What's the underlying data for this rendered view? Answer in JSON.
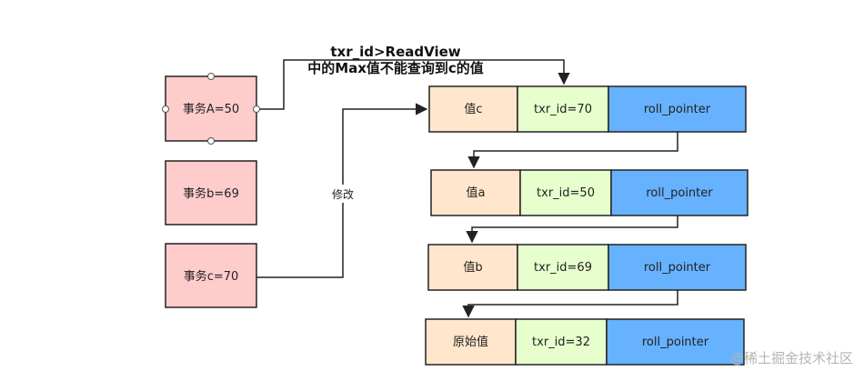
{
  "annotation": {
    "line1": "txr_id>ReadView",
    "line2": "中的Max值不能查询到c的值"
  },
  "edge_label": "修改",
  "transactions": [
    {
      "label": "事务A=50"
    },
    {
      "label": "事务b=69"
    },
    {
      "label": "事务c=70"
    }
  ],
  "versions": [
    {
      "value": "值c",
      "txr_id": "txr_id=70",
      "pointer": "roll_pointer"
    },
    {
      "value": "值a",
      "txr_id": "txr_id=50",
      "pointer": "roll_pointer"
    },
    {
      "value": "值b",
      "txr_id": "txr_id=69",
      "pointer": "roll_pointer"
    },
    {
      "value": "原始值",
      "txr_id": "txr_id=32",
      "pointer": "roll_pointer"
    }
  ],
  "watermark": "@稀土掘金技术社区",
  "colors": {
    "transaction_fill": "#ffcccc",
    "value_fill": "#ffe6cc",
    "txr_fill": "#e6ffcc",
    "pointer_fill": "#66b2ff",
    "stroke": "#222222"
  }
}
